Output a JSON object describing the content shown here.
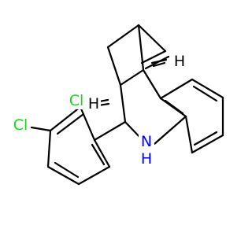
{
  "molecule": {
    "labels": {
      "cl_top": "Cl",
      "cl_left": "Cl",
      "h_upper": "H",
      "h_lower": "H",
      "nh_n": "N",
      "nh_h": "H"
    },
    "colors": {
      "bond": "#000000",
      "chlorine": "#1fd01f",
      "nitrogen": "#0000ff",
      "hydrogen": "#000000"
    }
  }
}
